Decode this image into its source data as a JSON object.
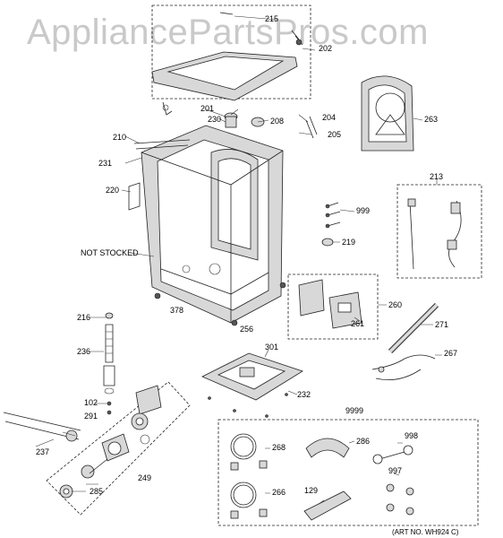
{
  "watermark": "AppliancePartsPros.com",
  "art_number": "(ART NO. WH924 C)",
  "callouts": {
    "c215": "215",
    "c202": "202",
    "c201": "201",
    "c230": "230",
    "c208": "208",
    "c204": "204",
    "c205": "205",
    "c263": "263",
    "c210": "210",
    "c231": "231",
    "c220": "220",
    "c213": "213",
    "c999": "999",
    "c219": "219",
    "not_stocked": "NOT STOCKED",
    "c260": "260",
    "c261": "261",
    "c216": "216",
    "c378": "378",
    "c256": "256",
    "c271": "271",
    "c236": "236",
    "c301": "301",
    "c267": "267",
    "c232": "232",
    "c102": "102",
    "c291": "291",
    "c9999": "9999",
    "c237": "237",
    "c268": "268",
    "c286": "286",
    "c998": "998",
    "c997": "997",
    "c249": "249",
    "c266": "266",
    "c129": "129",
    "c285": "285"
  }
}
